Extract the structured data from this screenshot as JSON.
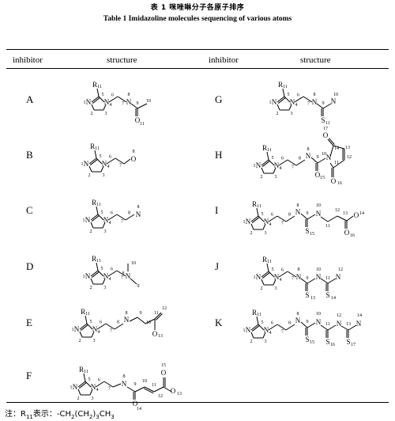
{
  "table": {
    "caption_cn": "表 1  咪唑啉分子各原子排序",
    "caption_en": "Table 1    Imidazoline molecules sequencing of various atoms",
    "headers": [
      "inhibitor",
      "structure",
      "inhibitor",
      "structure"
    ]
  },
  "rows": [
    {
      "left": "A",
      "right": "G"
    },
    {
      "left": "B",
      "right": "H"
    },
    {
      "left": "C",
      "right": "I"
    },
    {
      "left": "D",
      "right": "J"
    },
    {
      "left": "E",
      "right": "K"
    },
    {
      "left": "F",
      "right": ""
    }
  ],
  "atom_labels": {
    "R": "R",
    "R_sub": "11",
    "N": "N",
    "O": "O",
    "S": "S"
  },
  "footnote": {
    "prefix": "注：R",
    "sub1": "11",
    "mid": "表示：-CH",
    "sub2": "2",
    "mid2": "(CH",
    "sub3": "2",
    "mid3": ")",
    "sub4": "3",
    "mid4": "CH",
    "sub5": "3"
  }
}
